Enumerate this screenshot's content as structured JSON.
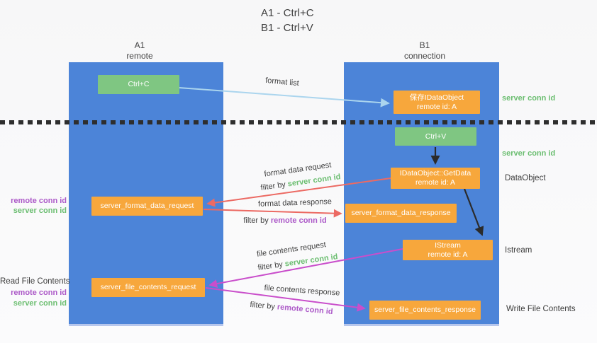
{
  "title": {
    "line1": "A1 - Ctrl+C",
    "line2": "B1 - Ctrl+V"
  },
  "lanes": {
    "left": {
      "name": "A1",
      "type": "remote"
    },
    "right": {
      "name": "B1",
      "type": "connection"
    }
  },
  "nodes": {
    "ctrl_c": {
      "label": "Ctrl+C"
    },
    "save_dataobject": {
      "line1": "保存IDataObject",
      "line2": "remote id: A"
    },
    "ctrl_v": {
      "label": "Ctrl+V"
    },
    "getdata": {
      "line1": "IDataObject::GetData",
      "line2": "remote id: A"
    },
    "format_request": {
      "label": "server_format_data_request"
    },
    "format_response": {
      "label": "server_format_data_response"
    },
    "istream": {
      "line1": "IStream",
      "line2": "remote id: A"
    },
    "file_request": {
      "label": "server_file_contents_request"
    },
    "file_response": {
      "label": "server_file_contents_response"
    }
  },
  "annotations": {
    "server_conn_top": "server conn id",
    "server_conn_mid": "server conn id",
    "dataobject": "DataObject",
    "istream": "Istream",
    "write_file_contents": "Write File Contents",
    "read_file_contents": "Read File Contents",
    "left_top": {
      "remote": "remote conn id",
      "server": "server conn id"
    },
    "left_bottom": {
      "remote": "remote conn id",
      "server": "server conn id"
    }
  },
  "flows": {
    "format_list": "format list",
    "format_data_request": "format data request",
    "format_data_response": "format data response",
    "file_contents_request": "file contents request",
    "file_contents_response": "file contents response",
    "filter_prefix": "filter by",
    "server_conn_id": "server conn id",
    "remote_conn_id": "remote conn id"
  },
  "colors": {
    "lane_blue": "#4C84D8",
    "action_green": "#7FC682",
    "node_orange": "#F7A73C",
    "arrow_red": "#EC6A63",
    "arrow_magenta": "#C94ECB",
    "arrow_light_blue": "#ABD5EE",
    "arrow_black": "#2b2b2b",
    "label_green": "#6CBE71",
    "label_purple": "#AC59C8",
    "text_dark": "#3d3d3d"
  }
}
